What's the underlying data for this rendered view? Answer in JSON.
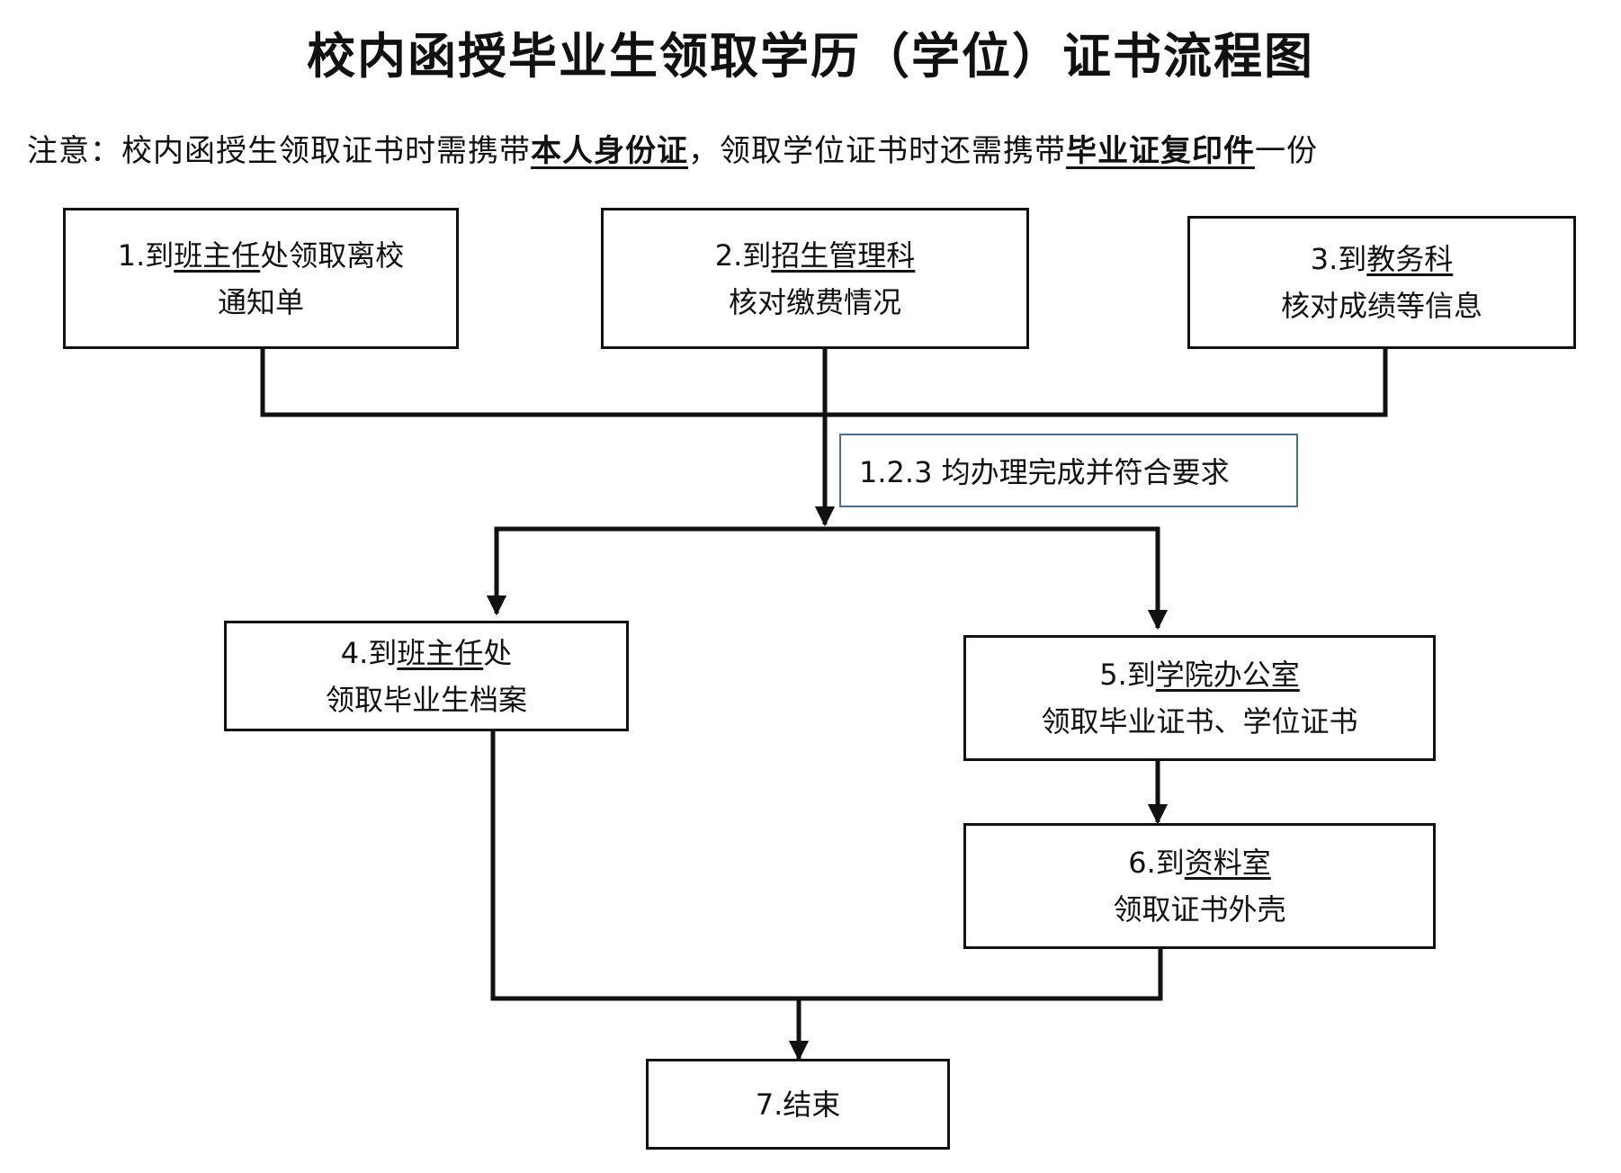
{
  "title": "校内函授毕业生领取学历（学位）证书流程图",
  "notice": {
    "prefix": "注意：校内函授生领取证书时需携带",
    "item1": "本人身份证",
    "middle": "，领取学位证书时还需携带",
    "item2": "毕业证复印件",
    "suffix": "一份"
  },
  "steps": [
    {
      "prefix": "1.到",
      "dest": "班主任",
      "rest": "处领取离校",
      "line2": "通知单"
    },
    {
      "prefix": "2.到",
      "dest": "招生管理科",
      "rest": "",
      "line2": "核对缴费情况"
    },
    {
      "prefix": "3.到",
      "dest": "教务科",
      "rest": "",
      "line2": "核对成绩等信息"
    },
    {
      "prefix": "4.到",
      "dest": "班主任",
      "rest": "处",
      "line2": "领取毕业生档案"
    },
    {
      "prefix": "5.到",
      "dest": "学院办公室",
      "rest": "",
      "line2": "领取毕业证书、学位证书"
    },
    {
      "prefix": "6.到",
      "dest": "资料室",
      "rest": "",
      "line2": "领取证书外壳"
    },
    {
      "label": "7.结束"
    }
  ],
  "condition": "1.2.3 均办理完成并符合要求",
  "colors": {
    "line": "#111111",
    "condition_border": "#4a6f96"
  }
}
